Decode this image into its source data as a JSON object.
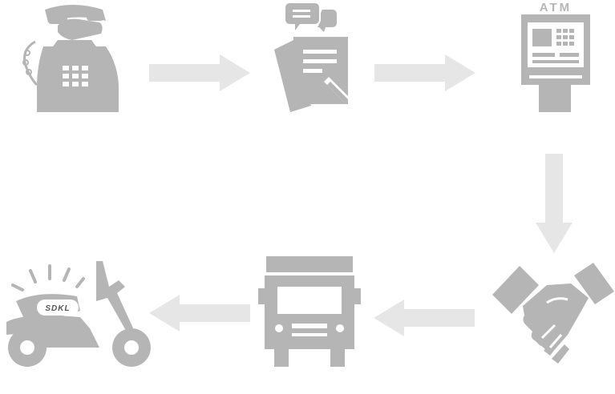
{
  "colors": {
    "icon": "#b5b5b5",
    "icon_dark": "#a9a9a9",
    "arrow": "#e6e6e6",
    "background": "#ffffff",
    "label_on_icon": "#ffffff",
    "label_dark": "#555555"
  },
  "steps": [
    {
      "icon": "telephone-icon"
    },
    {
      "icon": "order-form-icon"
    },
    {
      "icon": "atm-icon",
      "label": "ATM"
    },
    {
      "icon": "handshake-icon"
    },
    {
      "icon": "truck-icon"
    },
    {
      "icon": "scooter-icon",
      "label": "SDKL"
    }
  ],
  "arrows": [
    {
      "direction": "right"
    },
    {
      "direction": "right"
    },
    {
      "direction": "down"
    },
    {
      "direction": "left"
    },
    {
      "direction": "left"
    }
  ]
}
